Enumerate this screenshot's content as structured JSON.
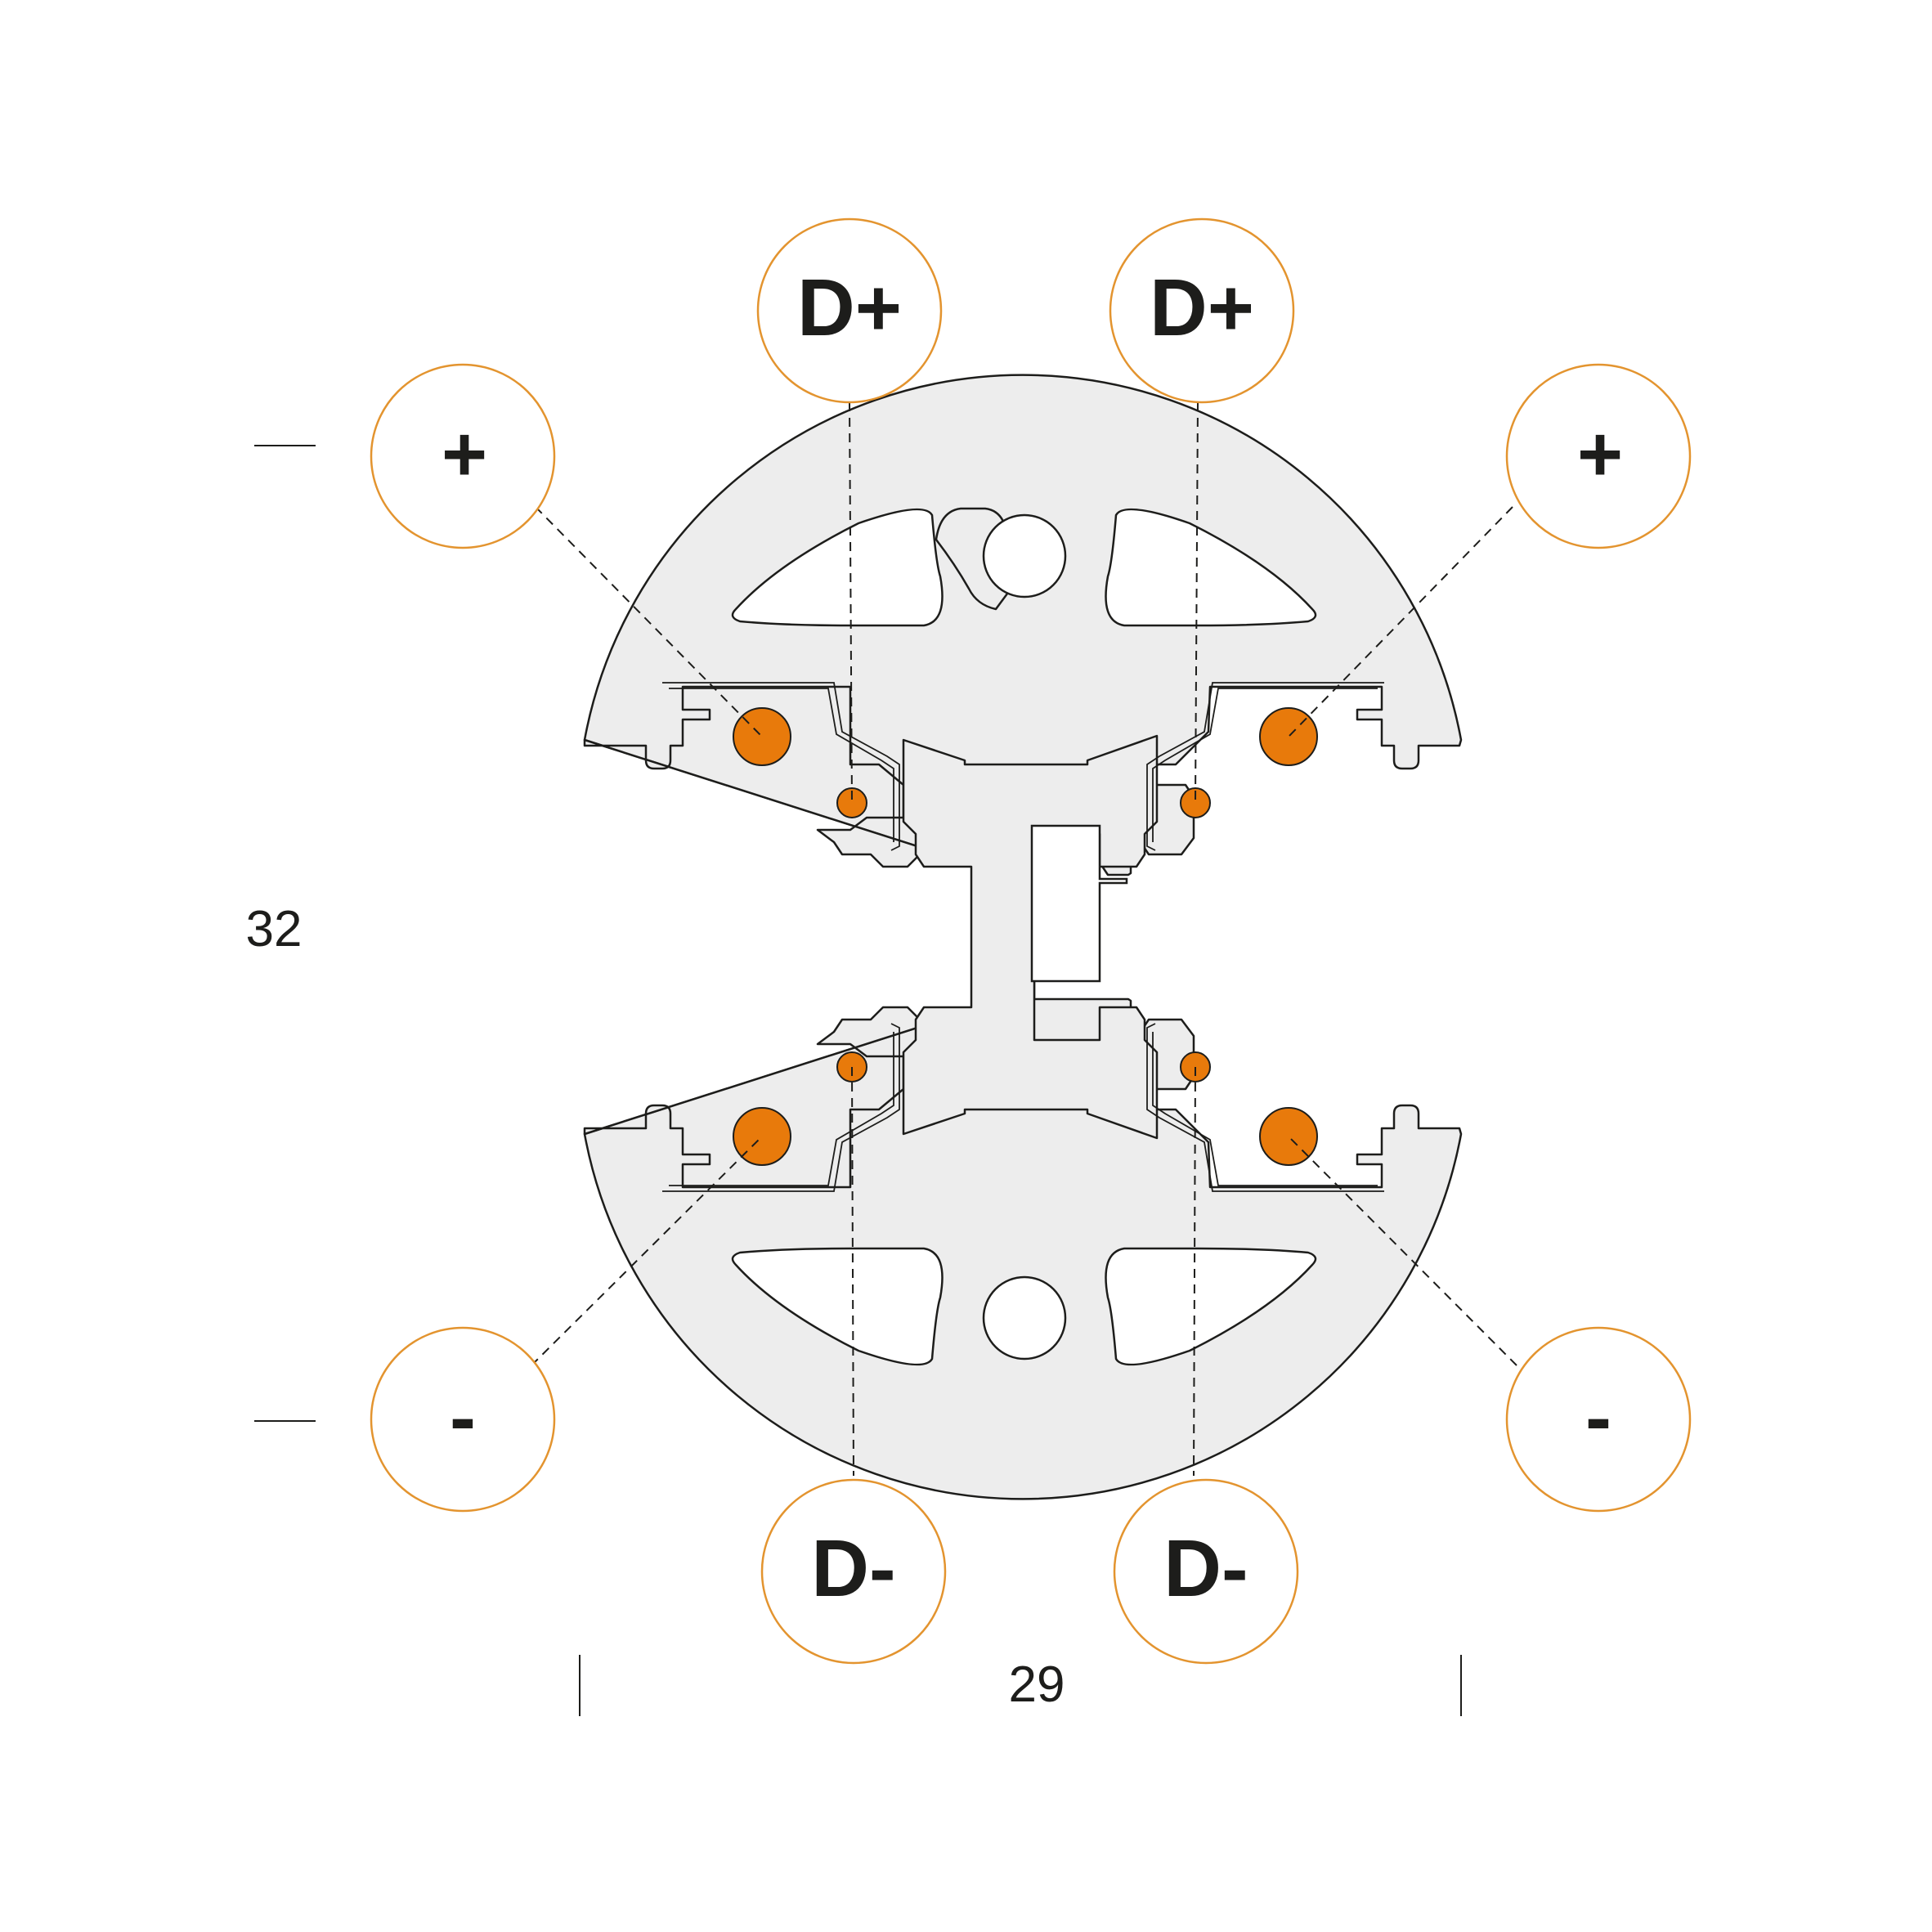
{
  "colors": {
    "background": "#ffffff",
    "accent": "#e87a0b",
    "ring": "#e3942f",
    "profile_fill": "#ededed",
    "stroke": "#1d1d1b"
  },
  "labels": {
    "top_left_plus": "+",
    "top_right_plus": "+",
    "top_left_dplus": "D+",
    "top_right_dplus": "D+",
    "bottom_left_minus": "-",
    "bottom_right_minus": "-",
    "bottom_left_dminus": "D-",
    "bottom_right_dminus": "D-"
  },
  "dimensions": {
    "height": "32",
    "width": "29"
  }
}
